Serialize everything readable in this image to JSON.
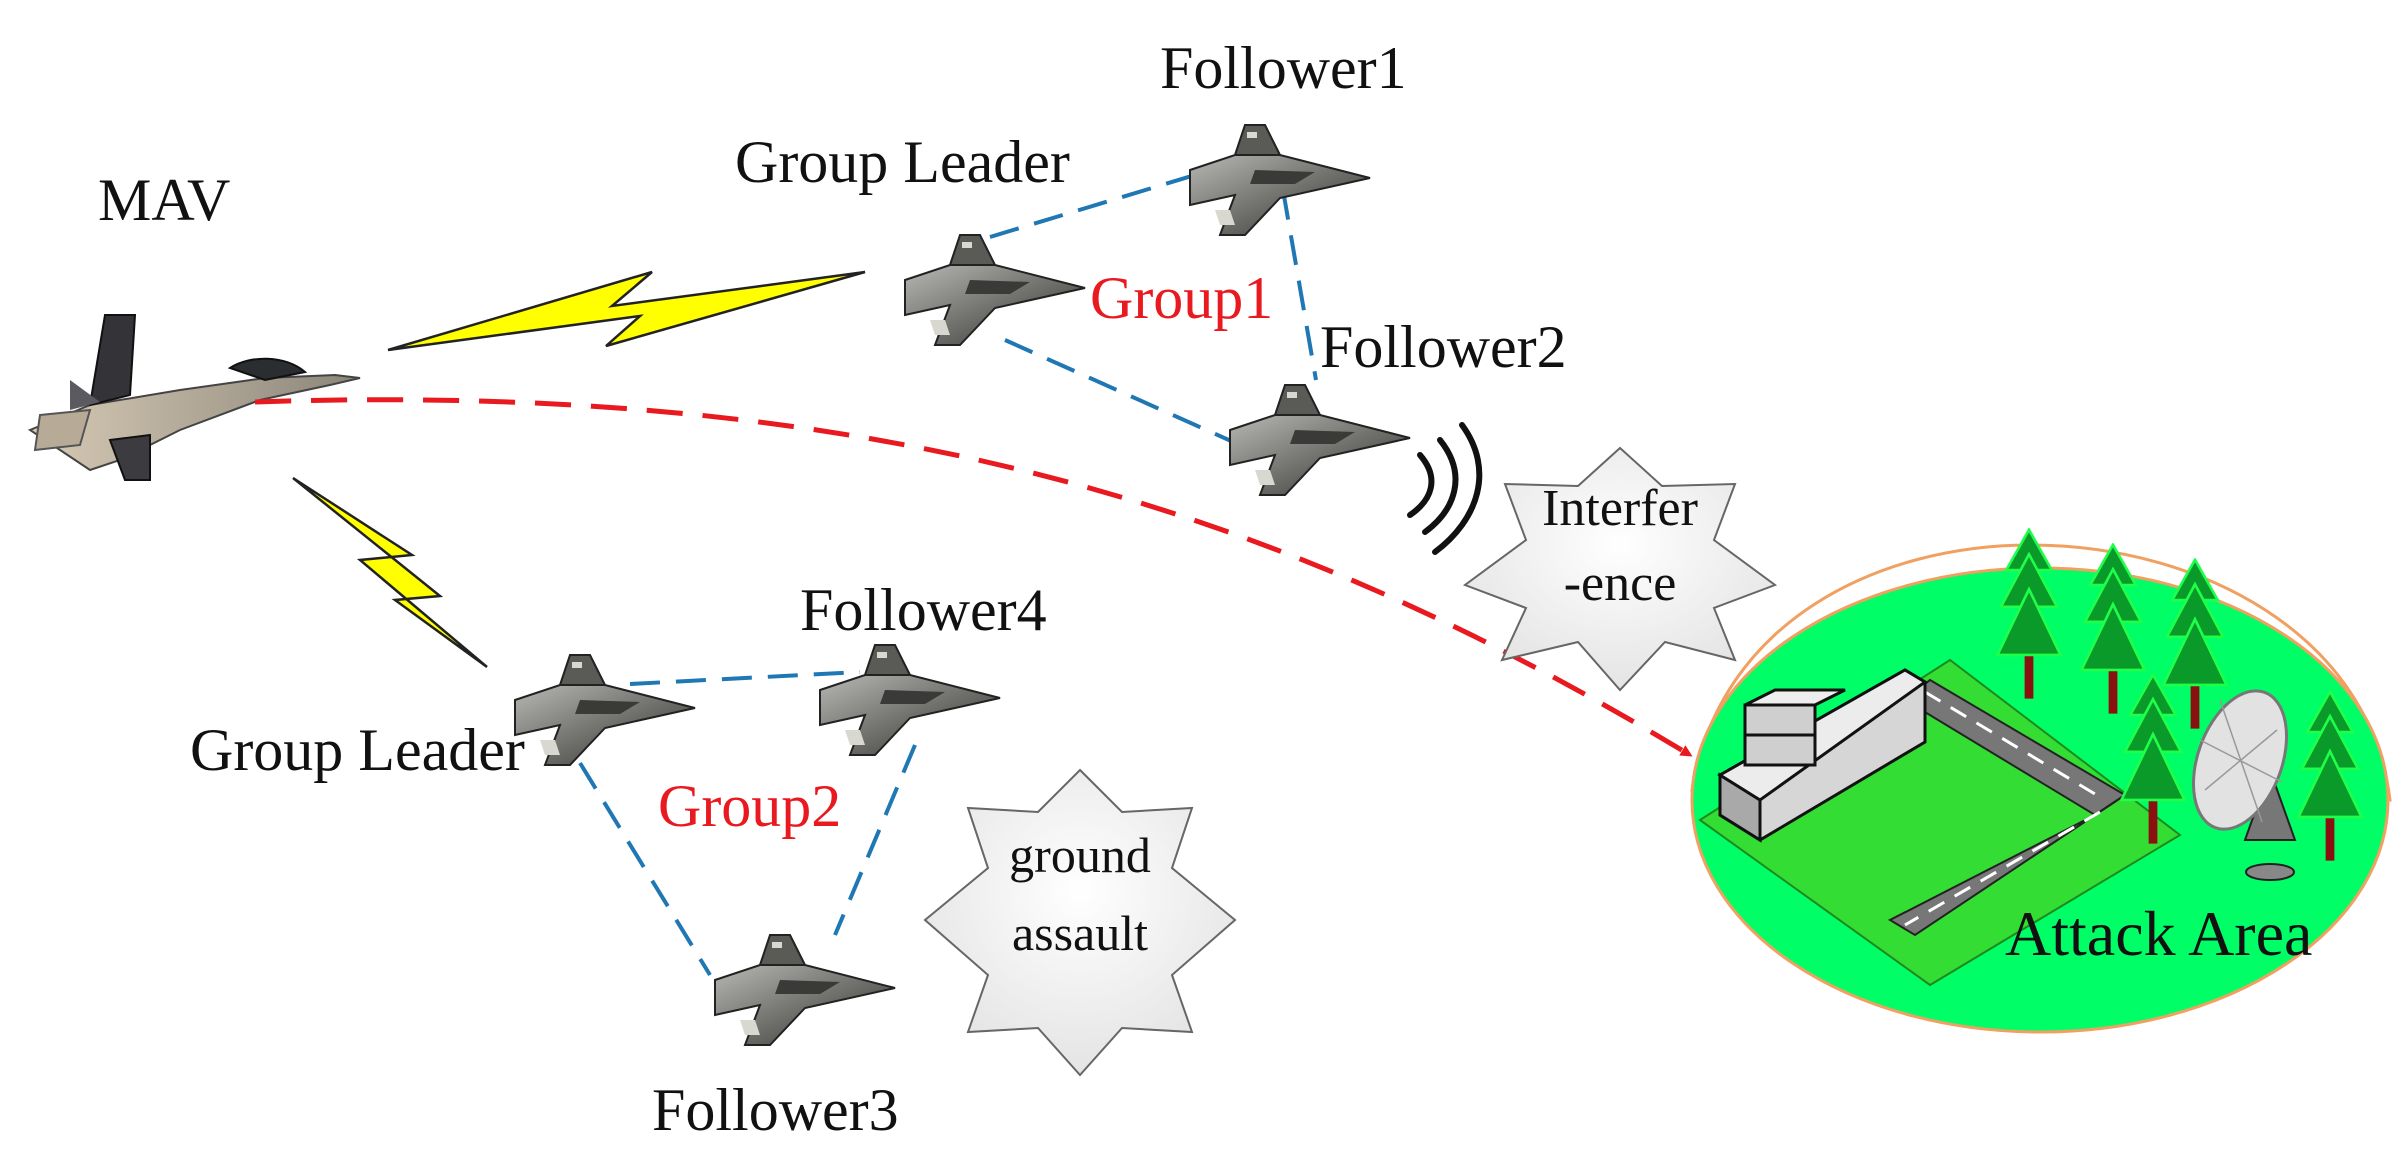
{
  "colors": {
    "group_label": "#e8191f",
    "formation_link": "#1f77b4",
    "attack_path": "#e8191f",
    "lightning": "#ffff00",
    "attack_area": "#00ff66",
    "attack_area_rim": "#f0a060",
    "runway_pad": "#33dd33",
    "tree": "#0a9a2a"
  },
  "labels": {
    "mav": "MAV",
    "group1_leader": "Group Leader",
    "follower1": "Follower1",
    "follower2": "Follower2",
    "group1": "Group1",
    "group2_leader": "Group Leader",
    "follower4": "Follower4",
    "follower3": "Follower3",
    "group2": "Group2",
    "interference_1": "Interfer",
    "interference_2": "-ence",
    "ground_assault_1": "ground",
    "ground_assault_2": "assault",
    "attack_area": "Attack Area"
  },
  "icons": {
    "mav": "fighter-jet-icon",
    "uav": "stealth-drone-icon",
    "link": "lightning-bolt-icon",
    "jamming": "radio-wave-icon",
    "tree": "pine-tree-icon",
    "radar": "radar-dish-icon",
    "building": "control-tower-icon"
  }
}
